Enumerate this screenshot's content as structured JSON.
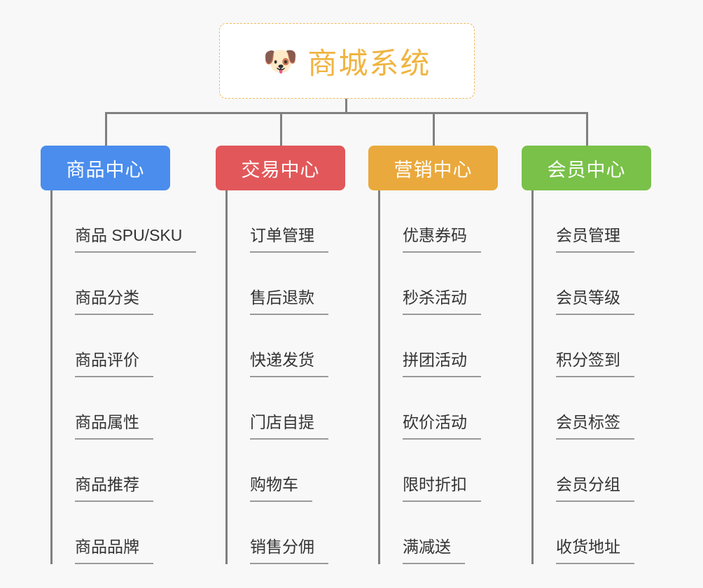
{
  "page": {
    "background_color": "#f8f8f8",
    "line_color": "#808080",
    "underline_color": "#9a9a9a"
  },
  "root": {
    "icon": "dog-face-emoji",
    "icon_glyph": "🐶",
    "title": "商城系统",
    "title_color": "#f0b441",
    "border_color": "#f0b95a",
    "background_color": "#ffffff"
  },
  "branches": [
    {
      "key": "products",
      "label": "商品中心",
      "color": "#4a8ded",
      "items": [
        {
          "label": "商品 SPU/SKU"
        },
        {
          "label": "商品分类"
        },
        {
          "label": "商品评价"
        },
        {
          "label": "商品属性"
        },
        {
          "label": "商品推荐"
        },
        {
          "label": "商品品牌"
        }
      ]
    },
    {
      "key": "trade",
      "label": "交易中心",
      "color": "#e2585a",
      "items": [
        {
          "label": "订单管理"
        },
        {
          "label": "售后退款"
        },
        {
          "label": "快递发货"
        },
        {
          "label": "门店自提"
        },
        {
          "label": "购物车"
        },
        {
          "label": "销售分佣"
        }
      ]
    },
    {
      "key": "marketing",
      "label": "营销中心",
      "color": "#eaa93c",
      "items": [
        {
          "label": "优惠券码"
        },
        {
          "label": "秒杀活动"
        },
        {
          "label": "拼团活动"
        },
        {
          "label": "砍价活动"
        },
        {
          "label": "限时折扣"
        },
        {
          "label": "满减送"
        }
      ]
    },
    {
      "key": "member",
      "label": "会员中心",
      "color": "#79c149",
      "items": [
        {
          "label": "会员管理"
        },
        {
          "label": "会员等级"
        },
        {
          "label": "积分签到"
        },
        {
          "label": "会员标签"
        },
        {
          "label": "会员分组"
        },
        {
          "label": "收货地址"
        }
      ]
    }
  ]
}
